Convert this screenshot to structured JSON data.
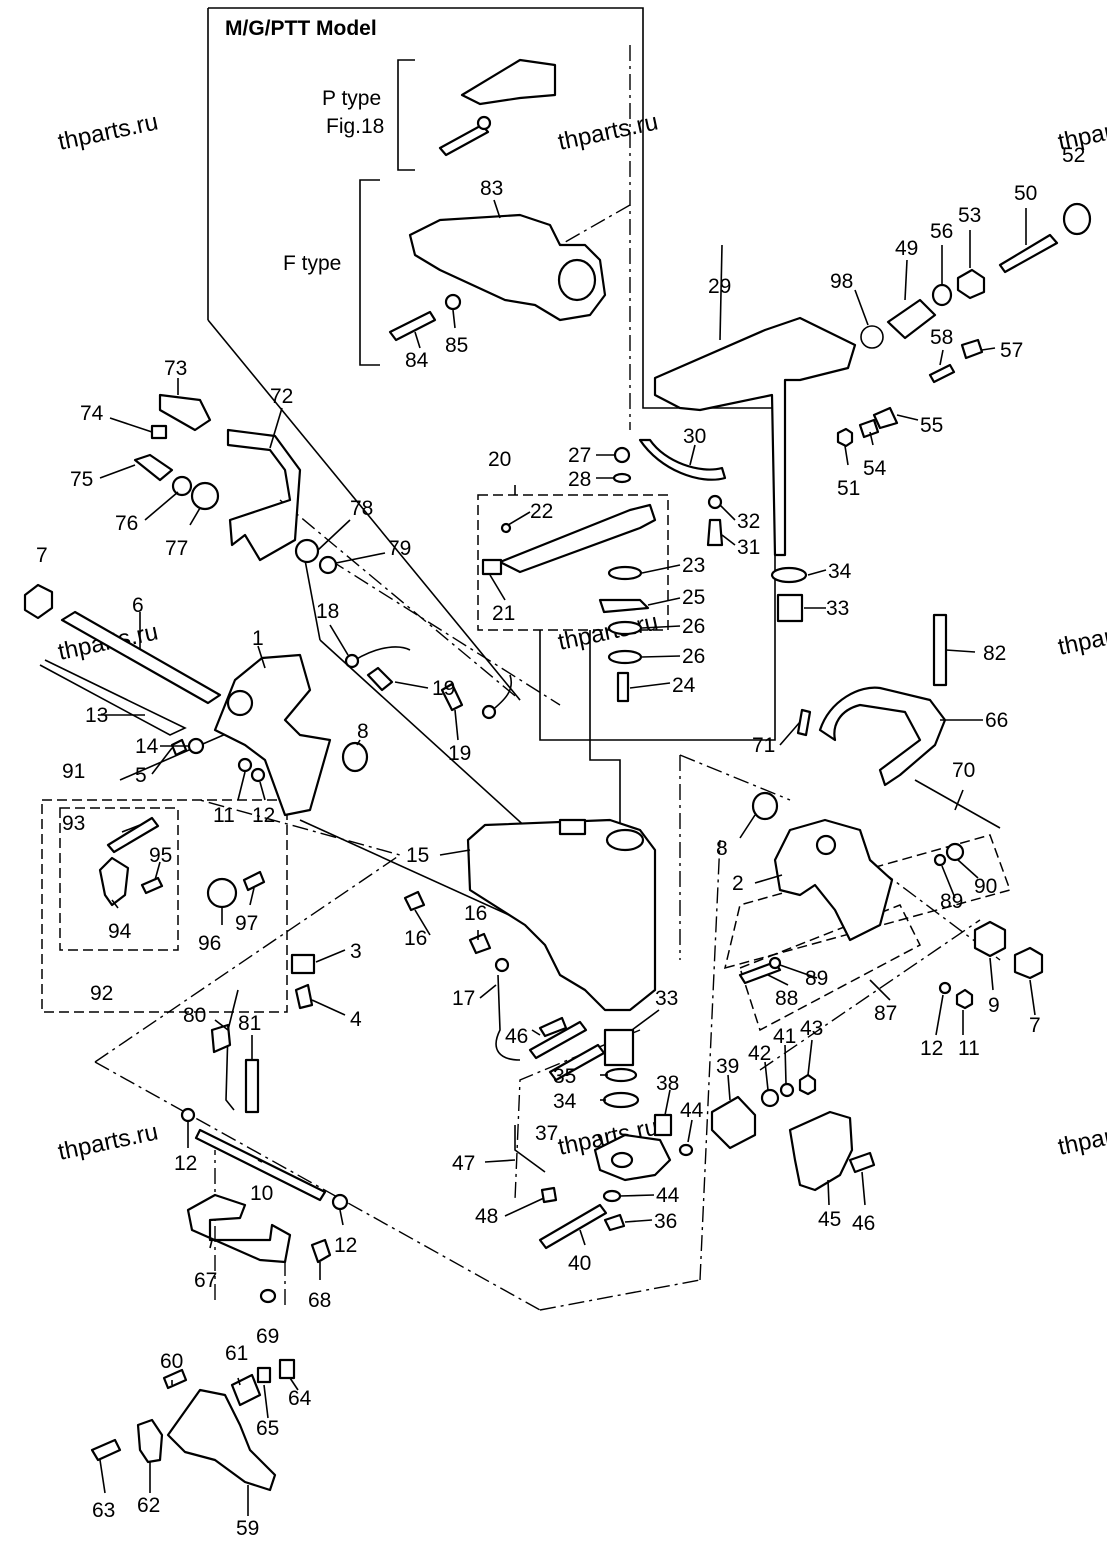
{
  "header": {
    "model_title": "M/G/PTT Model"
  },
  "variants": {
    "p_type": {
      "line1": "P type",
      "line2": "Fig.18"
    },
    "f_type": {
      "label": "F type"
    }
  },
  "watermark": "thparts.ru",
  "part_numbers": {
    "p1": "1",
    "p2": "2",
    "p3": "3",
    "p4": "4",
    "p5": "5",
    "p6": "6",
    "p7": "7",
    "p8": "8",
    "p9": "9",
    "p10": "10",
    "p11": "11",
    "p12": "12",
    "p13": "13",
    "p14": "14",
    "p15": "15",
    "p16": "16",
    "p17": "17",
    "p18": "18",
    "p19": "19",
    "p20": "20",
    "p21": "21",
    "p22": "22",
    "p23": "23",
    "p24": "24",
    "p25": "25",
    "p26": "26",
    "p27": "27",
    "p28": "28",
    "p29": "29",
    "p30": "30",
    "p31": "31",
    "p32": "32",
    "p33": "33",
    "p34": "34",
    "p35": "35",
    "p36": "36",
    "p37": "37",
    "p38": "38",
    "p39": "39",
    "p40": "40",
    "p41": "41",
    "p42": "42",
    "p43": "43",
    "p44": "44",
    "p45": "45",
    "p46": "46",
    "p47": "47",
    "p48": "48",
    "p49": "49",
    "p50": "50",
    "p51": "51",
    "p52": "52",
    "p53": "53",
    "p54": "54",
    "p55": "55",
    "p56": "56",
    "p57": "57",
    "p58": "58",
    "p59": "59",
    "p60": "60",
    "p61": "61",
    "p62": "62",
    "p63": "63",
    "p64": "64",
    "p65": "65",
    "p66": "66",
    "p67": "67",
    "p68": "68",
    "p69": "69",
    "p70": "70",
    "p71": "71",
    "p72": "72",
    "p73": "73",
    "p74": "74",
    "p75": "75",
    "p76": "76",
    "p77": "77",
    "p78": "78",
    "p79": "79",
    "p80": "80",
    "p81": "81",
    "p82": "82",
    "p83": "83",
    "p84": "84",
    "p85": "85",
    "p87": "87",
    "p88": "88",
    "p89": "89",
    "p90": "90",
    "p91": "91",
    "p92": "92",
    "p93": "93",
    "p94": "94",
    "p95": "95",
    "p96": "96",
    "p97": "97",
    "p98": "98"
  }
}
